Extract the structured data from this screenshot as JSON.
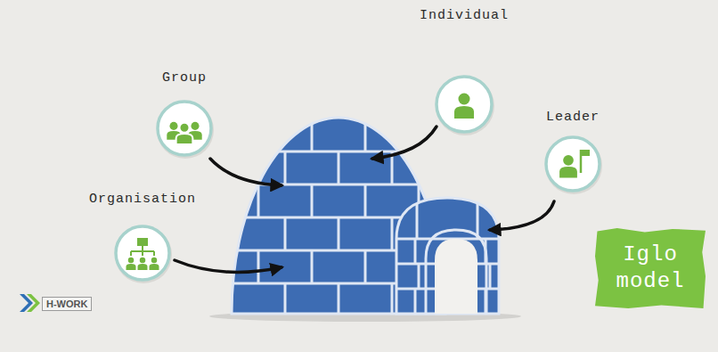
{
  "diagram": {
    "nodes": [
      {
        "text": [
          "Group"
        ]
      },
      {
        "text": [
          "Individual"
        ]
      },
      {
        "text": [
          "Leader"
        ]
      },
      {
        "text": [
          "Organisation"
        ]
      },
      {
        "text": [
          "Iglo model"
        ]
      }
    ],
    "labels": [
      "H-WORK"
    ]
  }
}
